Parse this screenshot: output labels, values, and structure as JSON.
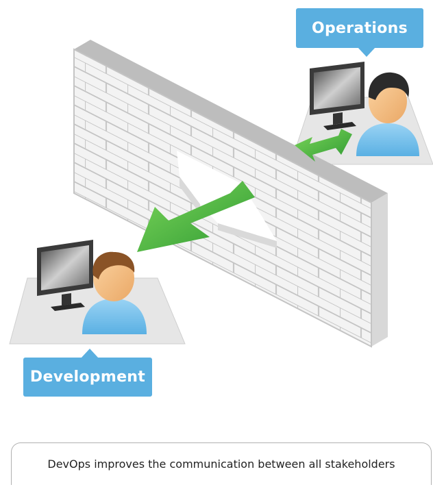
{
  "labels": {
    "operations": "Operations",
    "development": "Development"
  },
  "caption": "DevOps improves the communication between all stakeholders",
  "colors": {
    "bubble": "#5aafe0",
    "arrow": "#3fae3a",
    "wall_face": "#f2f2f2",
    "wall_mortar": "#c8c8c8",
    "person_body": "#7cc3ec",
    "skin": "#f4c388",
    "hair_ops": "#2b2b2b",
    "hair_dev": "#8a5326"
  },
  "icons": [
    "brick-wall",
    "monitor-icon",
    "person-icon",
    "arrow-icon"
  ]
}
